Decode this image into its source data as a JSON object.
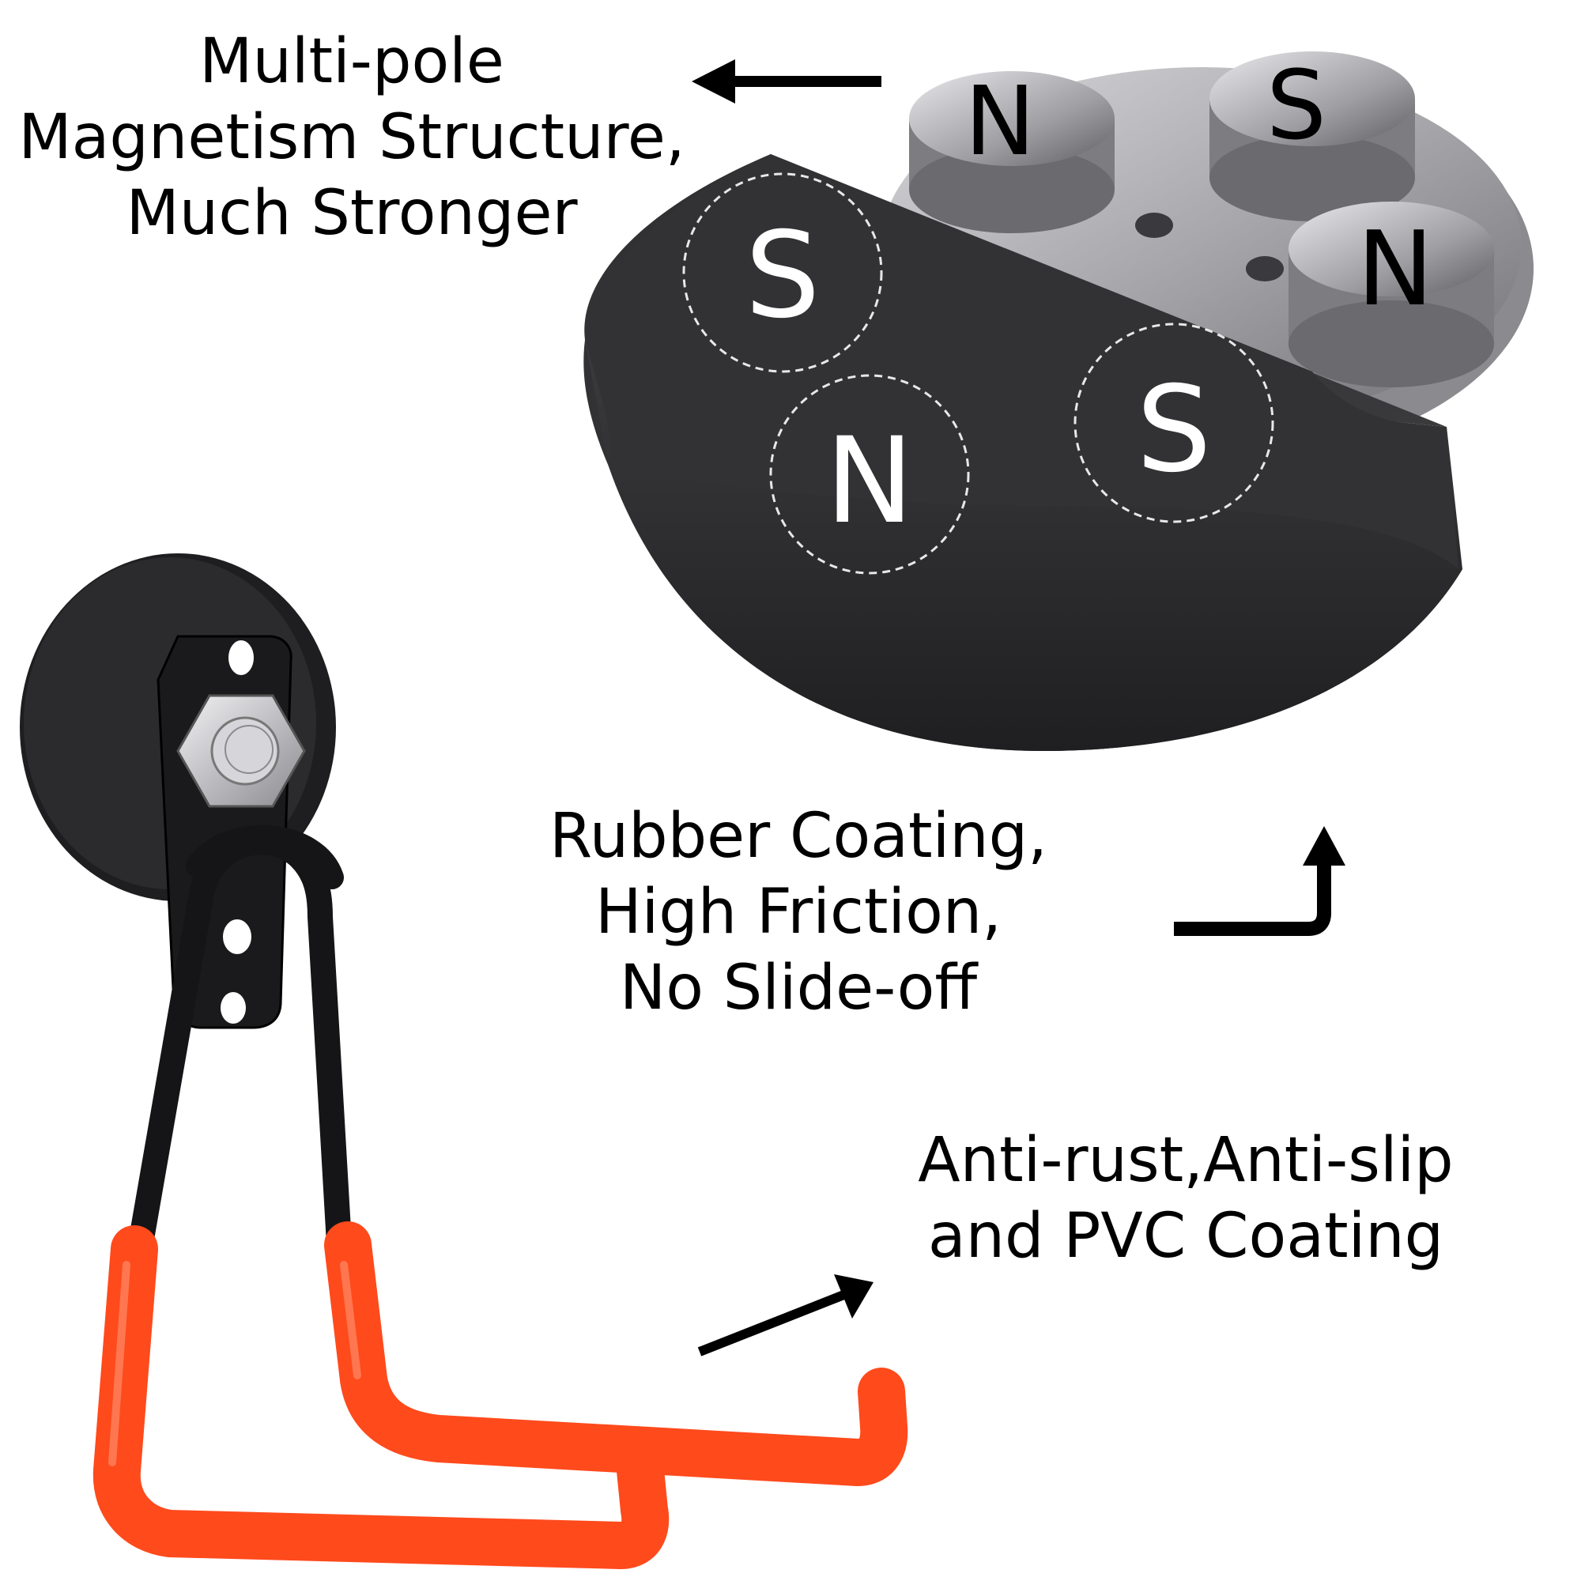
{
  "callouts": {
    "magnetism": {
      "lines": [
        "Multi-pole",
        "Magnetism Structure,",
        "Much Stronger"
      ]
    },
    "rubber": {
      "lines": [
        "Rubber Coating,",
        "High Friction,",
        "No Slide-off"
      ]
    },
    "pvc": {
      "lines": [
        "Anti-rust,Anti-slip",
        "and PVC Coating"
      ]
    }
  },
  "magnet_poles": {
    "steel_magnets": [
      "N",
      "S",
      "N"
    ],
    "rubber_face": [
      "S",
      "N",
      "S"
    ]
  },
  "colors": {
    "rubber_black": "#2b2b2d",
    "steel": "#a9a9ad",
    "pvc_orange": "#ff4a1c",
    "text": "#000000"
  }
}
